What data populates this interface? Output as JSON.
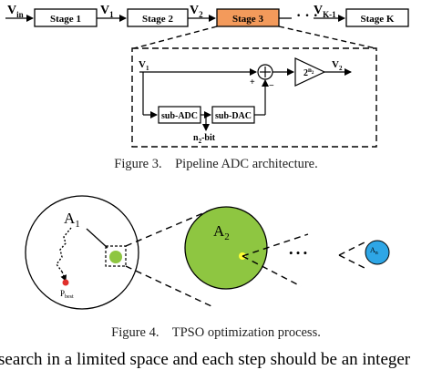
{
  "figure3": {
    "vin_main": "V",
    "vin_sub": "in",
    "stage1": "Stage 1",
    "v1_main": "V",
    "v1_sub": "1",
    "stage2": "Stage 2",
    "v2_main": "V",
    "v2_sub": "2",
    "stage3": "Stage 3",
    "dots": "· · ·",
    "vk1_main": "V",
    "vk1_sub": "K-1",
    "stagek": "Stage K",
    "detail_v1_main": "V",
    "detail_v1_sub": "1",
    "sub_adc": "sub-ADC",
    "sub_dac": "sub-DAC",
    "plus": "+",
    "minus": "−",
    "gain_main": "2",
    "gain_sup_main": "n",
    "gain_sup_sub": "2",
    "detail_v2_main": "V",
    "detail_v2_sub": "2",
    "nbit_main": "n",
    "nbit_sub": "2",
    "nbit_suffix": "-bit",
    "stage3_color": "#f39a5b",
    "caption": "Figure 3.    Pipeline ADC architecture."
  },
  "figure4": {
    "a1_main": "A",
    "a1_sub": "1",
    "pbest_main": "P",
    "pbest_sub": "best",
    "a2_main": "A",
    "a2_sub": "2",
    "dots": "• • •",
    "an_main": "A",
    "an_sub": "n",
    "green_color": "#8ec641",
    "yellow_color": "#ffff33",
    "blue_color": "#2ea6e6",
    "red_color": "#e0302c",
    "caption": "Figure 4.    TPSO optimization process."
  },
  "body_text": "search in a limited space and each step should be an integer"
}
